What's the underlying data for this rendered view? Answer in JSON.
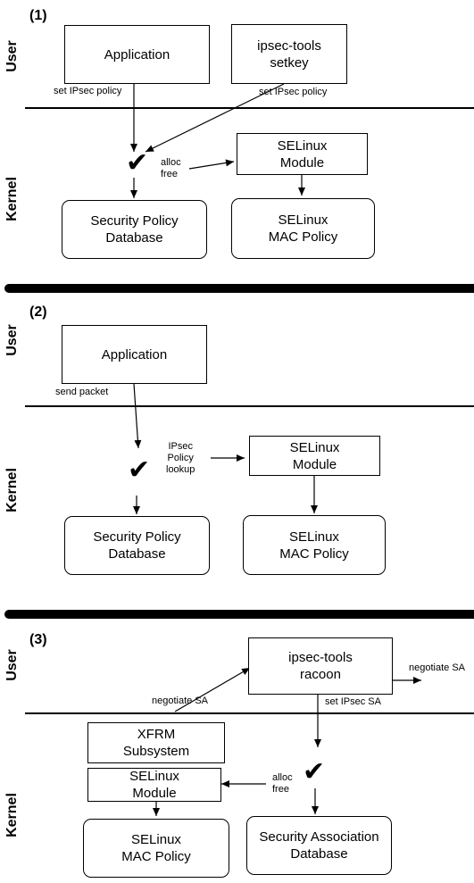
{
  "panel1": {
    "number": "(1)",
    "user_label": "User",
    "kernel_label": "Kernel",
    "application": "Application",
    "ipsec_tools": "ipsec-tools\nsetkey",
    "set_policy_left": "set IPsec policy",
    "set_policy_right": "set IPsec policy",
    "alloc_free": "alloc\nfree",
    "selinux_module": "SELinux\nModule",
    "spd": "Security Policy\nDatabase",
    "mac_policy": "SELinux\nMAC Policy"
  },
  "panel2": {
    "number": "(2)",
    "user_label": "User",
    "kernel_label": "Kernel",
    "application": "Application",
    "send_packet": "send packet",
    "policy_lookup": "IPsec\nPolicy\nlookup",
    "selinux_module": "SELinux\nModule",
    "spd": "Security Policy\nDatabase",
    "mac_policy": "SELinux\nMAC Policy"
  },
  "panel3": {
    "number": "(3)",
    "user_label": "User",
    "kernel_label": "Kernel",
    "racoon": "ipsec-tools\nracoon",
    "negotiate_sa_right": "negotiate SA",
    "negotiate_sa_left": "negotiate SA",
    "set_ipsec_sa": "set IPsec SA",
    "xfrm": "XFRM\nSubsystem",
    "selinux_module": "SELinux\nModule",
    "alloc_free": "alloc\nfree",
    "mac_policy": "SELinux\nMAC Policy",
    "sad": "Security Association\nDatabase"
  },
  "hook_symbol": "✔"
}
